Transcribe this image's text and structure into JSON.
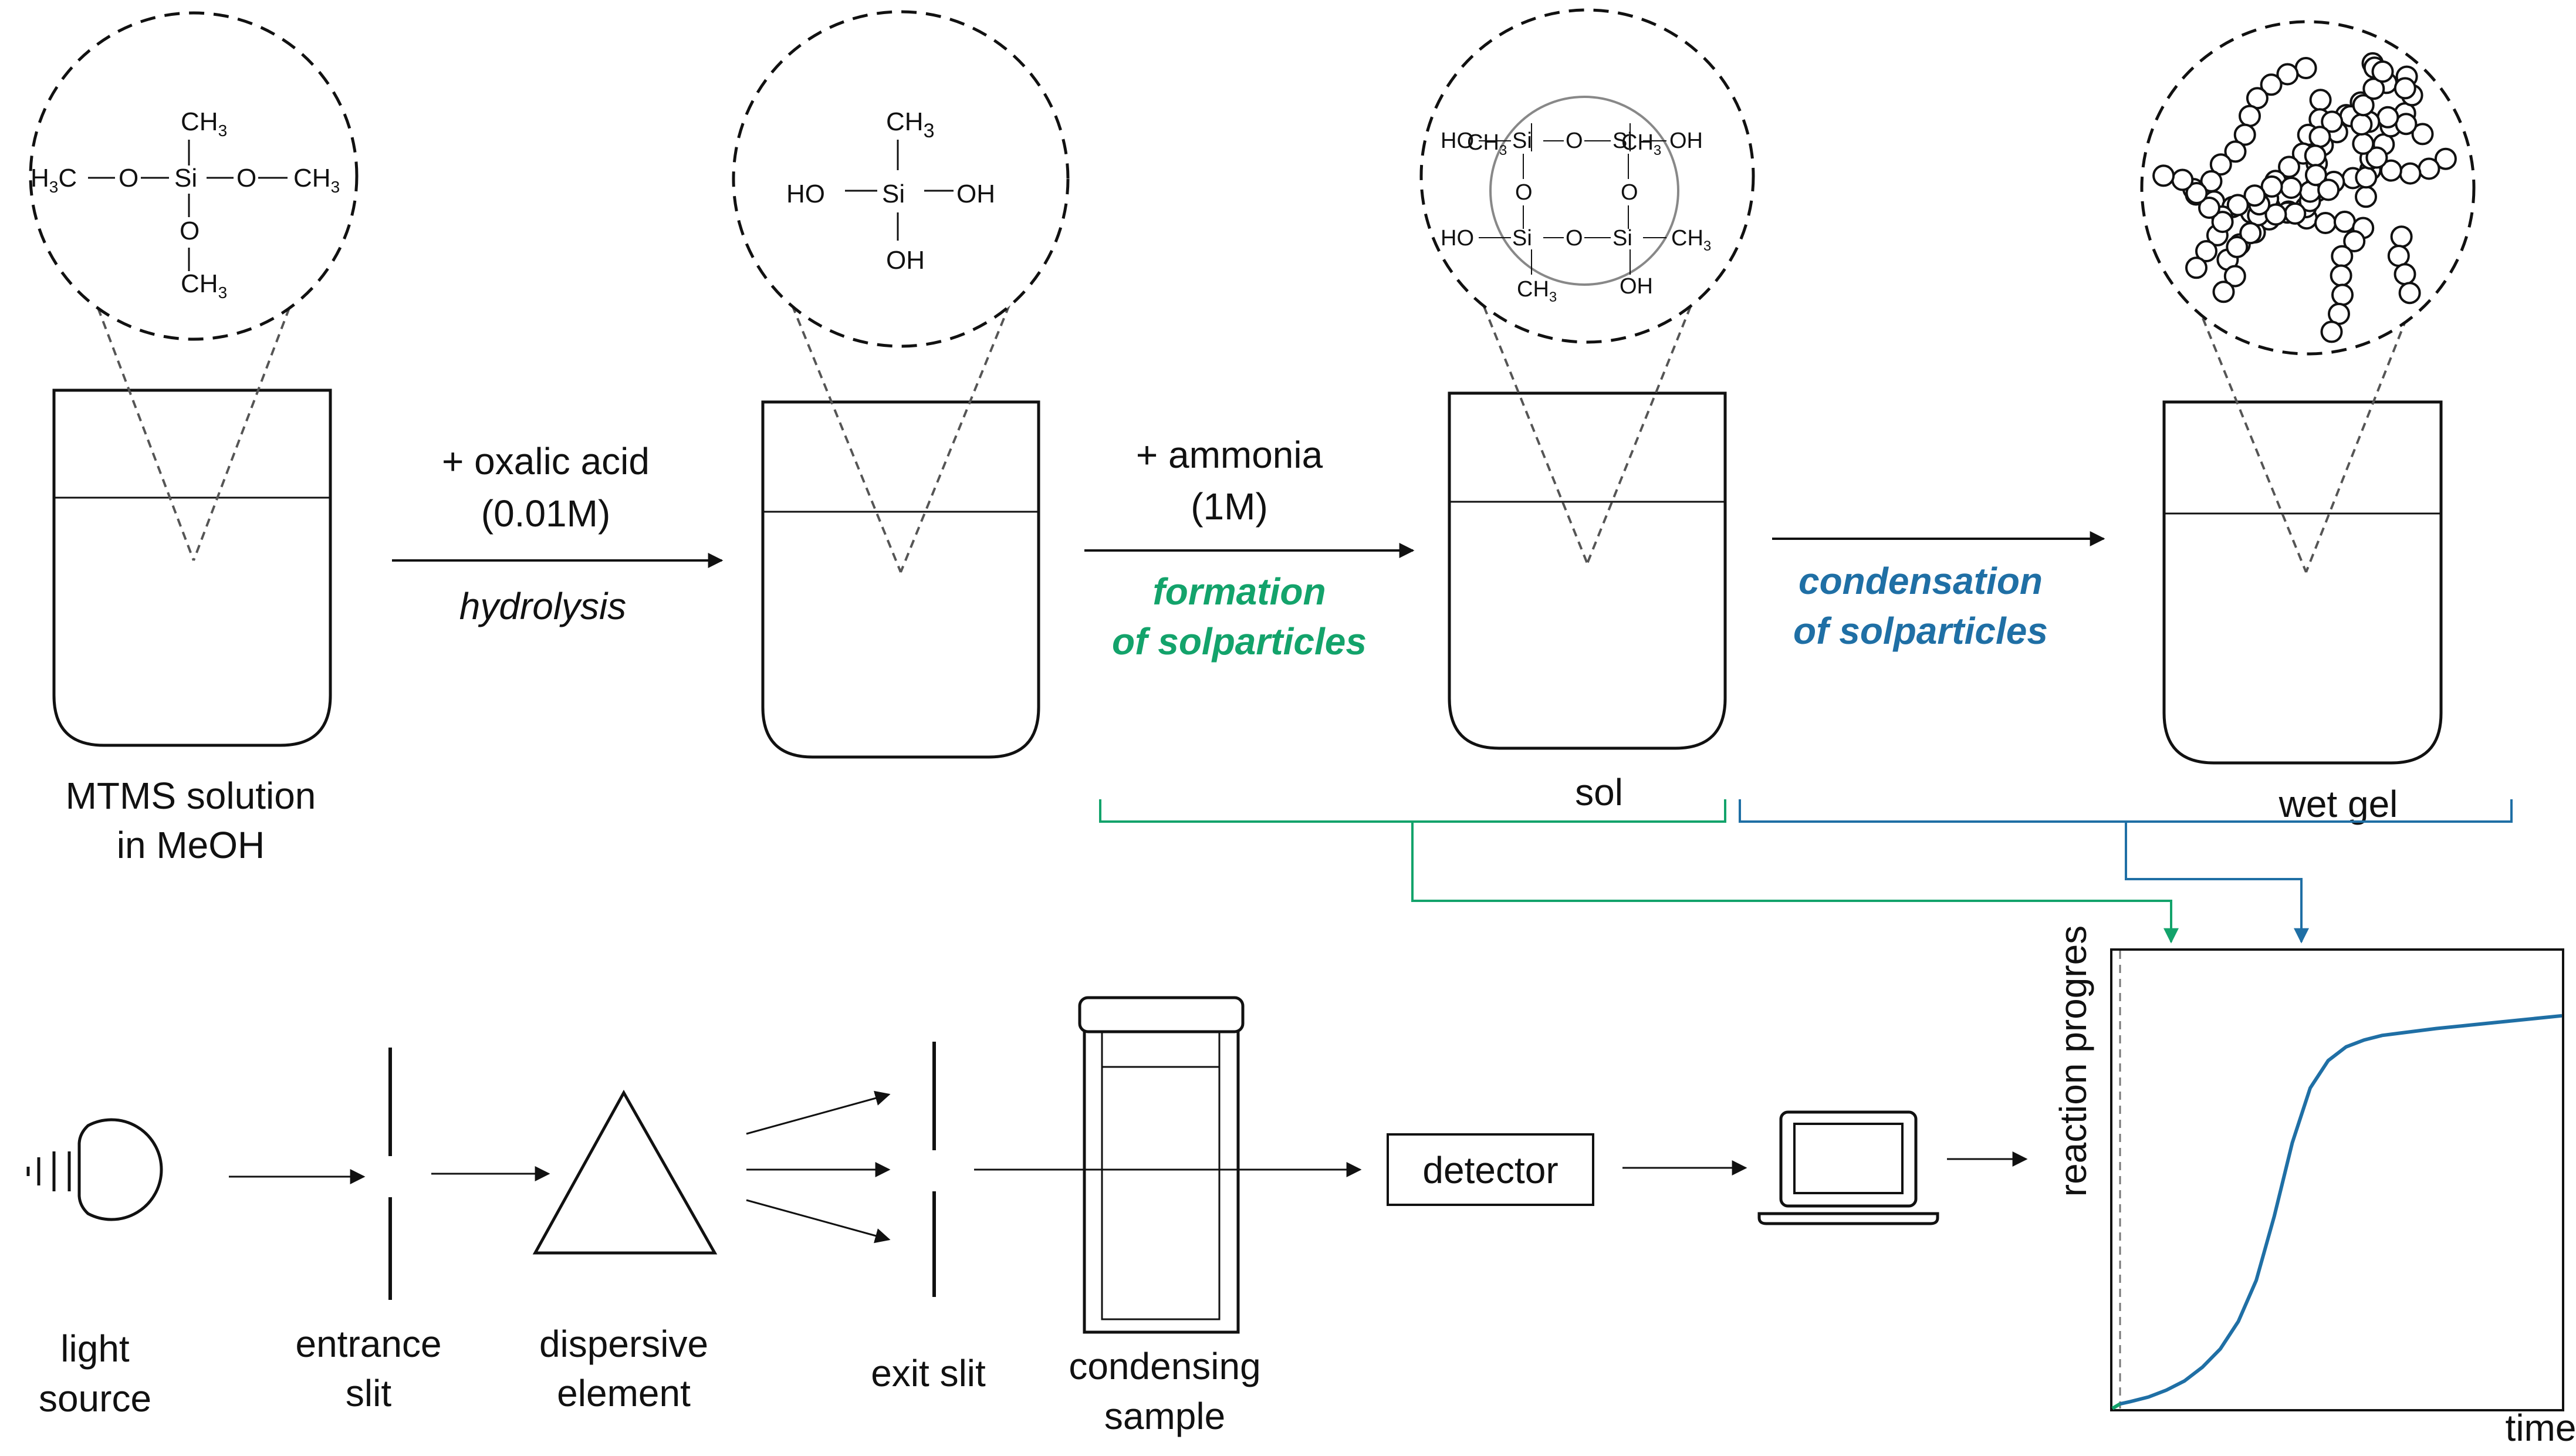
{
  "colors": {
    "green": "#13a36b",
    "blue": "#1f6fa5",
    "ink": "#111111",
    "dash": "#888888"
  },
  "labels": {
    "mtms_line1": "MTMS solution",
    "mtms_line2": "in MeOH",
    "oxalic_line1": "+ oxalic acid",
    "oxalic_line2": "(0.01M)",
    "hydrolysis": "hydrolysis",
    "ammonia_line1": "+ ammonia",
    "ammonia_line2": "(1M)",
    "formation_line1": "formation",
    "formation_line2": "of solparticles",
    "condensation_line1": "condensation",
    "condensation_line2": "of solparticles",
    "sol": "sol",
    "wet_gel": "wet gel",
    "light_line1": "light",
    "light_line2": "source",
    "entrance_line1": "entrance",
    "entrance_line2": "slit",
    "dispersive_line1": "dispersive",
    "dispersive_line2": "element",
    "exit_slit": "exit slit",
    "condensing_line1": "condensing",
    "condensing_line2": "sample",
    "detector": "detector"
  },
  "chemistry": {
    "ch3": "CH",
    "h3c": "H",
    "three": "3",
    "c": "C",
    "o": "O",
    "si": "Si",
    "ho": "HO",
    "oh": "OH"
  },
  "chart_data": {
    "type": "line",
    "xlabel": "time",
    "ylabel": "reaction progres",
    "xlim": [
      0,
      10
    ],
    "ylim": [
      0,
      10
    ],
    "grid": false,
    "vline_x": 0.17,
    "series": [
      {
        "color": "green",
        "x": [
          0,
          0.17
        ],
        "y": [
          0,
          0.1
        ]
      },
      {
        "color": "blue",
        "x": [
          0.17,
          0.4,
          0.8,
          1.2,
          1.6,
          2.0,
          2.4,
          2.8,
          3.2,
          3.6,
          4.0,
          4.4,
          4.8,
          5.2,
          5.6,
          6.0,
          6.4,
          6.8,
          7.2,
          8.0,
          9.0,
          10.0
        ],
        "y": [
          0.1,
          0.15,
          0.25,
          0.4,
          0.6,
          0.9,
          1.3,
          1.9,
          2.8,
          4.2,
          5.8,
          7.0,
          7.6,
          7.9,
          8.05,
          8.15,
          8.2,
          8.25,
          8.3,
          8.38,
          8.48,
          8.58
        ]
      }
    ]
  }
}
